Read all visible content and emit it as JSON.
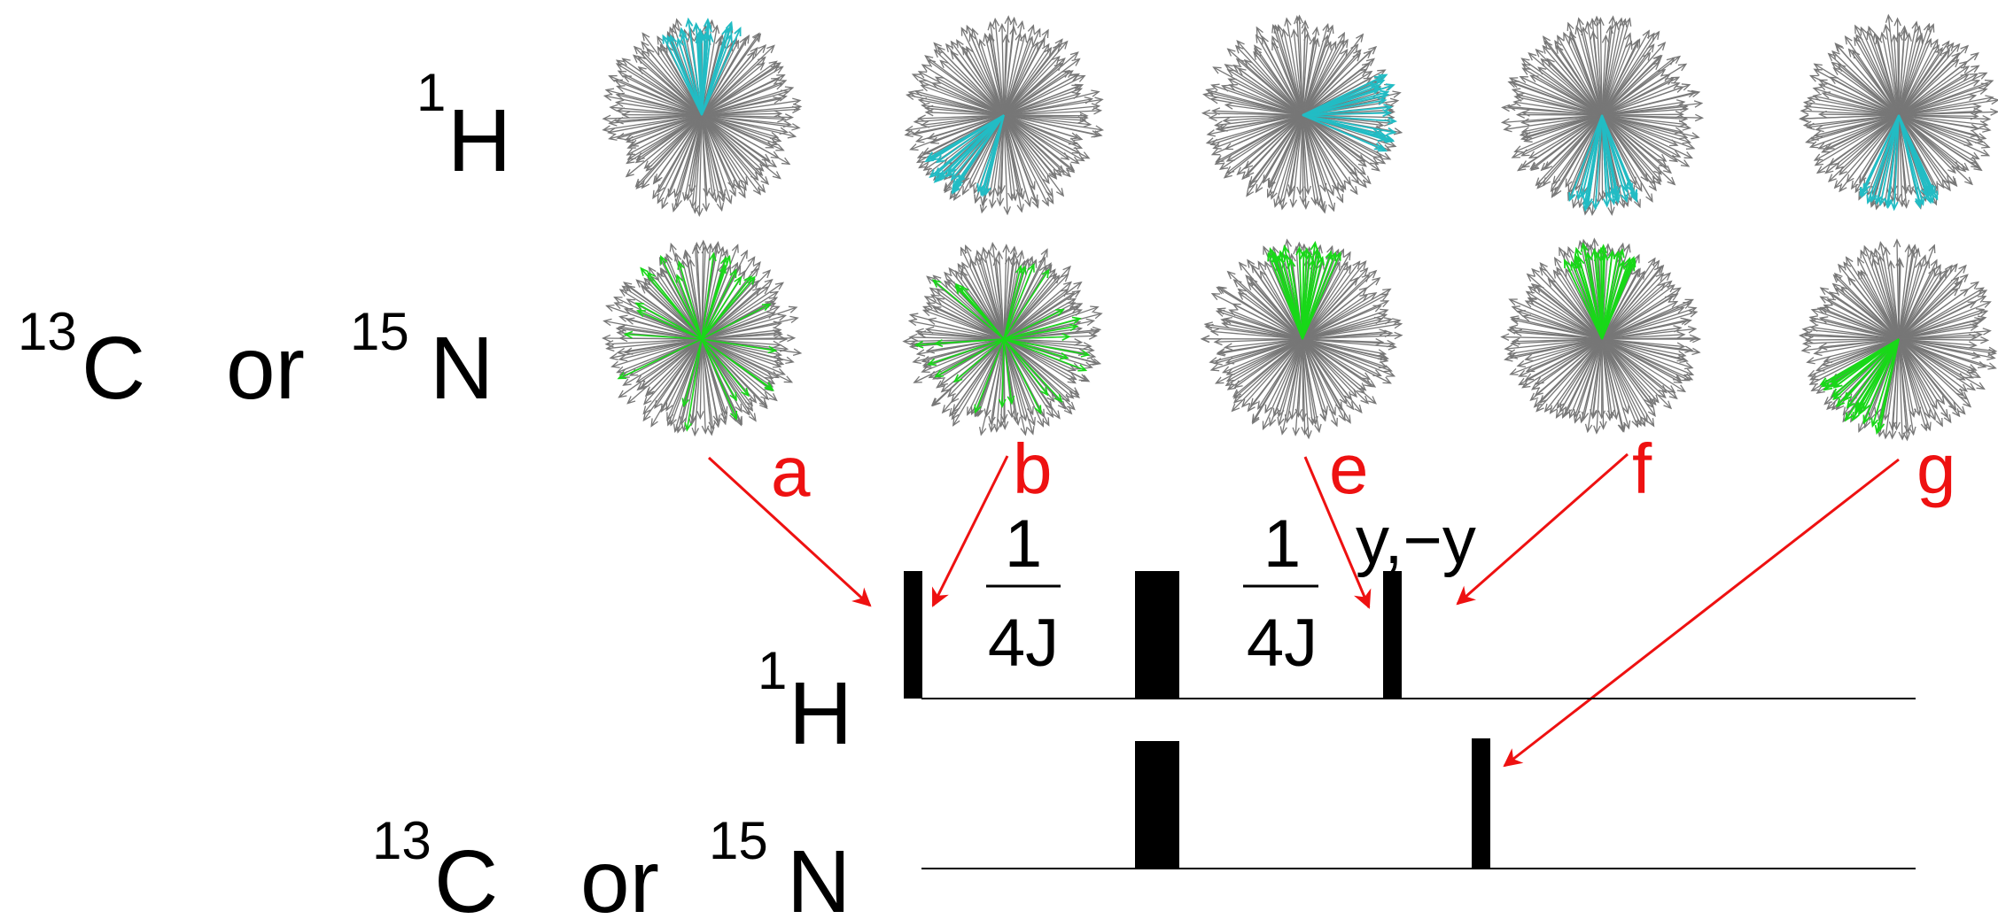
{
  "labels": {
    "row_h": {
      "sup": "1",
      "base": "H"
    },
    "row_cn": {
      "sup1": "13",
      "base1": "C",
      "or": "or",
      "sup2": "15",
      "base2": "N"
    },
    "chan_h": {
      "sup": "1",
      "base": "H"
    },
    "chan_cn": {
      "sup1": "13",
      "base1": "C",
      "or": "or",
      "sup2": "15",
      "base2": "N"
    }
  },
  "columns": [
    {
      "letter": "a",
      "h_highlight": "up",
      "x_highlight": "spread"
    },
    {
      "letter": "b",
      "h_highlight": "down-left",
      "x_highlight": "spread"
    },
    {
      "letter": "e",
      "h_highlight": "right",
      "x_highlight": "up"
    },
    {
      "letter": "f",
      "h_highlight": "down",
      "x_highlight": "up"
    },
    {
      "letter": "g",
      "h_highlight": "down",
      "x_highlight": "down-left"
    }
  ],
  "delays": [
    {
      "num": "1",
      "den": "4J"
    },
    {
      "num": "1",
      "den": "4J"
    }
  ],
  "phase": "y,−y",
  "colors": {
    "proton_vectors": "#22bcc4",
    "heteronuclear_vectors": "#18d818",
    "background_vectors": "#777777",
    "arrows_and_letters": "#ee1111",
    "pulses": "#000000"
  }
}
